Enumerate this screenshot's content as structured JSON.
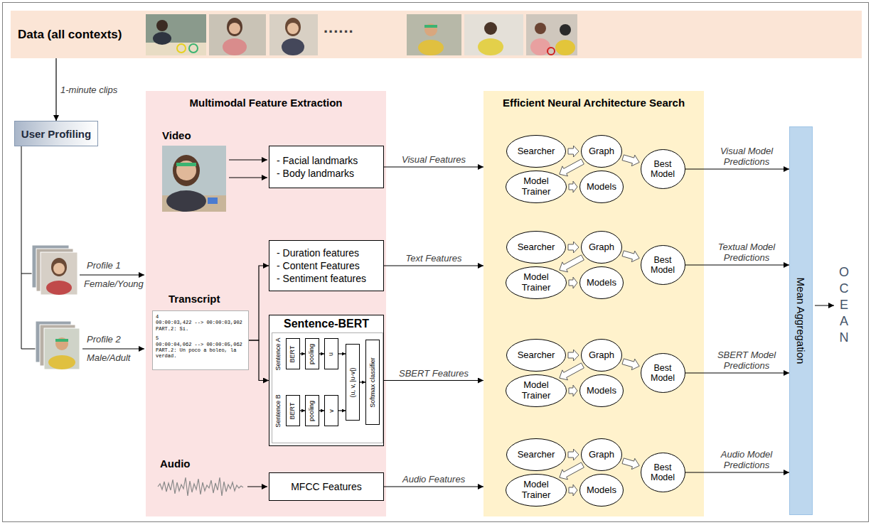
{
  "diagram": {
    "nodes": [
      {
        "text": [
          "Data (all contexts)"
        ]
      },
      {
        "text": [
          "User Profiling"
        ]
      },
      {
        "text": [
          "Multimodal Feature Extraction"
        ]
      },
      {
        "text": [
          "- Facial landmarks",
          "- Body landmarks"
        ],
        "in": 2
      },
      {
        "text": [
          "4",
          "00:00:03,422 --> 00:00:03,902",
          "PART.2: Sí.",
          "5",
          "00:00:04,062 --> 00:00:05,062",
          "PART.2: Un poco a boleo, la verdad."
        ],
        "in": 2
      },
      {
        "text": [
          "- Duration features",
          "- Content Features",
          "- Sentiment features"
        ],
        "in": 2
      },
      {
        "text": [
          "Sentence-BERT"
        ],
        "in": 2
      },
      {
        "text": [
          "BERT"
        ],
        "in": 6
      },
      {
        "text": [
          "pooling"
        ],
        "in": 6
      },
      {
        "text": [
          "u"
        ],
        "in": 6
      },
      {
        "text": [
          "BERT"
        ],
        "in": 6
      },
      {
        "text": [
          "pooling"
        ],
        "in": 6
      },
      {
        "text": [
          "v"
        ],
        "in": 6
      },
      {
        "text": [
          "(u, v, |u-v|)"
        ],
        "in": 6
      },
      {
        "text": [
          "Softmax classifier"
        ],
        "in": 6
      },
      {
        "text": [
          "MFCC Features"
        ],
        "in": 2
      },
      {
        "text": [
          "Efficient Neural Architecture Search"
        ]
      },
      {
        "text": [
          "Searcher"
        ],
        "in": 16
      },
      {
        "text": [
          "Graph"
        ],
        "in": 16
      },
      {
        "text": [
          "Model Trainer"
        ],
        "in": 16
      },
      {
        "text": [
          "Models"
        ],
        "in": 16
      },
      {
        "text": [
          "Best Model"
        ],
        "in": 16
      },
      {
        "text": [
          "Searcher"
        ],
        "in": 16
      },
      {
        "text": [
          "Graph"
        ],
        "in": 16
      },
      {
        "text": [
          "Model Trainer"
        ],
        "in": 16
      },
      {
        "text": [
          "Models"
        ],
        "in": 16
      },
      {
        "text": [
          "Best Model"
        ],
        "in": 16
      },
      {
        "text": [
          "Searcher"
        ],
        "in": 16
      },
      {
        "text": [
          "Graph"
        ],
        "in": 16
      },
      {
        "text": [
          "Model Trainer"
        ],
        "in": 16
      },
      {
        "text": [
          "Models"
        ],
        "in": 16
      },
      {
        "text": [
          "Best Model"
        ],
        "in": 16
      },
      {
        "text": [
          "Searcher"
        ],
        "in": 16
      },
      {
        "text": [
          "Graph"
        ],
        "in": 16
      },
      {
        "text": [
          "Model Trainer"
        ],
        "in": 16
      },
      {
        "text": [
          "Models"
        ],
        "in": 16
      },
      {
        "text": [
          "Best Model"
        ],
        "in": 16
      },
      {
        "text": [
          "Mean Aggregation"
        ]
      }
    ],
    "edges": [
      {
        "from": 0,
        "to": 1,
        "arrow": "to",
        "label": "1-minute clips"
      },
      {
        "from": 4,
        "to": 5,
        "arrow": "to"
      },
      {
        "from": 4,
        "to": 6,
        "arrow": "to"
      },
      {
        "from": 7,
        "to": 8,
        "arrow": "to"
      },
      {
        "from": 8,
        "to": 9,
        "arrow": "to"
      },
      {
        "from": 9,
        "to": 13,
        "arrow": "to"
      },
      {
        "from": 10,
        "to": 11,
        "arrow": "to"
      },
      {
        "from": 11,
        "to": 12,
        "arrow": "to"
      },
      {
        "from": 12,
        "to": 13,
        "arrow": "to"
      },
      {
        "from": 13,
        "to": 14,
        "arrow": "to"
      },
      {
        "from": 3,
        "to": 16,
        "arrow": "to",
        "label": "Visual Features"
      },
      {
        "from": 5,
        "to": 16,
        "arrow": "to",
        "label": "Text Features"
      },
      {
        "from": 6,
        "to": 16,
        "arrow": "to",
        "label": "SBERT Features"
      },
      {
        "from": 15,
        "to": 16,
        "arrow": "to",
        "label": "Audio Features"
      },
      {
        "from": 17,
        "to": 18,
        "arrow": "to"
      },
      {
        "from": 18,
        "to": 19,
        "arrow": "to"
      },
      {
        "from": 19,
        "to": 20,
        "arrow": "to"
      },
      {
        "from": 18,
        "to": 21,
        "arrow": "to"
      },
      {
        "from": 22,
        "to": 23,
        "arrow": "to"
      },
      {
        "from": 23,
        "to": 24,
        "arrow": "to"
      },
      {
        "from": 24,
        "to": 25,
        "arrow": "to"
      },
      {
        "from": 23,
        "to": 26,
        "arrow": "to"
      },
      {
        "from": 27,
        "to": 28,
        "arrow": "to"
      },
      {
        "from": 28,
        "to": 29,
        "arrow": "to"
      },
      {
        "from": 29,
        "to": 30,
        "arrow": "to"
      },
      {
        "from": 28,
        "to": 31,
        "arrow": "to"
      },
      {
        "from": 32,
        "to": 33,
        "arrow": "to"
      },
      {
        "from": 33,
        "to": 34,
        "arrow": "to"
      },
      {
        "from": 34,
        "to": 35,
        "arrow": "to"
      },
      {
        "from": 33,
        "to": 36,
        "arrow": "to"
      },
      {
        "from": 21,
        "to": 37,
        "arrow": "to",
        "label": "Visual Model Predictions"
      },
      {
        "from": 26,
        "to": 37,
        "arrow": "to",
        "label": "Textual Model Predictions"
      },
      {
        "from": 31,
        "to": 37,
        "arrow": "to",
        "label": "SBERT Model Predictions"
      },
      {
        "from": 36,
        "to": 37,
        "arrow": "to",
        "label": "Audio Model Predictions"
      }
    ],
    "labels": [
      "......",
      "Profile 1",
      "Female/Young",
      "Profile 2",
      "Male/Adult",
      "Video",
      "Transcript",
      "Sentence A",
      "Sentence B",
      "Audio",
      "OCEAN"
    ]
  }
}
